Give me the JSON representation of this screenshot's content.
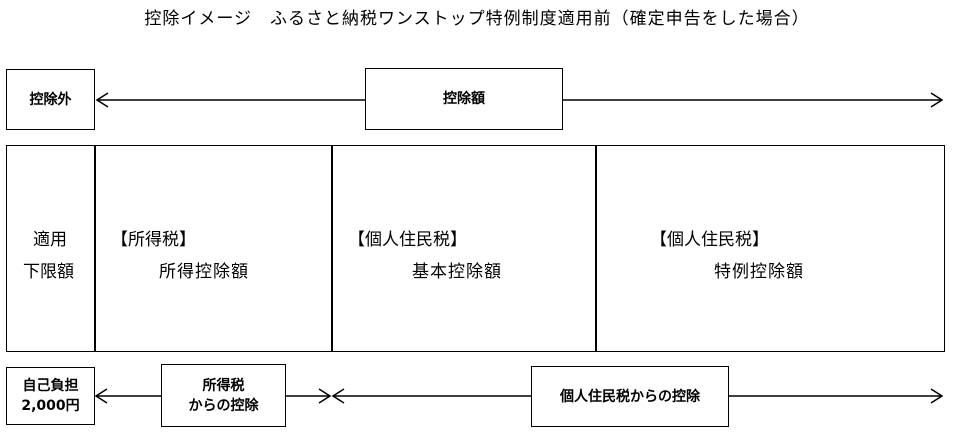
{
  "title": "控除イメージ　ふるさと納税ワンストップ特例制度適用前（確定申告をした場合）",
  "top_row": {
    "excluded_label": "控除外",
    "deduction_label": "控除額"
  },
  "middle_row": {
    "limit_line1": "適用",
    "limit_line2": "下限額",
    "income_tax_header": "【所得税】",
    "income_tax_label": "所得控除額",
    "resident_basic_header": "【個人住民税】",
    "resident_basic_label": "基本控除額",
    "resident_special_header": "【個人住民税】",
    "resident_special_label": "特例控除額"
  },
  "bottom_row": {
    "self_burden_line1": "自己負担",
    "self_burden_line2": "2,000円",
    "income_tax_deduction_line1": "所得税",
    "income_tax_deduction_line2": "からの控除",
    "resident_tax_deduction": "個人住民税からの控除"
  }
}
